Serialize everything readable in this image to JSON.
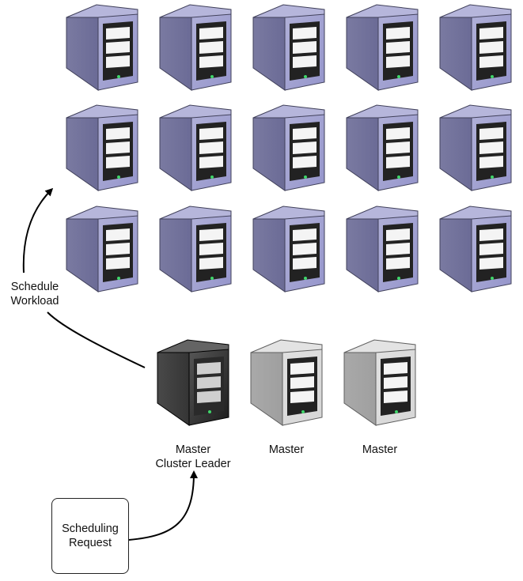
{
  "colors": {
    "worker": "#8f8fc8",
    "leader": "#111111",
    "standby": "#d4d4d4",
    "arrow": "#000000"
  },
  "workers": {
    "rows": 3,
    "cols": 5,
    "icon": "server-tower-icon"
  },
  "masters": [
    {
      "role": "leader",
      "label_lines": [
        "Master",
        "Cluster Leader"
      ],
      "icon": "server-tower-icon"
    },
    {
      "role": "standby",
      "label_lines": [
        "Master"
      ],
      "icon": "server-tower-icon"
    },
    {
      "role": "standby",
      "label_lines": [
        "Master"
      ],
      "icon": "server-tower-icon"
    }
  ],
  "schedule_label": {
    "line1": "Schedule",
    "line2": "Workload"
  },
  "request_box": {
    "line1": "Scheduling",
    "line2": "Request"
  }
}
